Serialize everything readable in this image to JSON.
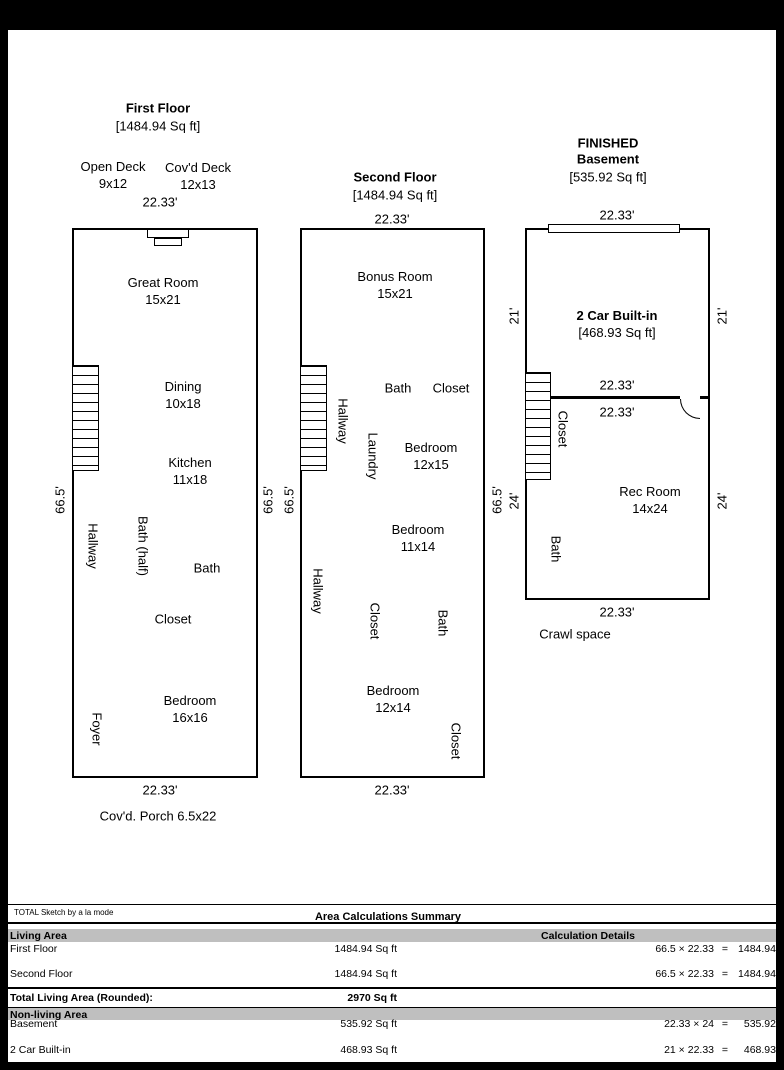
{
  "floors": {
    "first": {
      "title": "First Floor",
      "area": "[1484.94 Sq ft]",
      "decks": [
        {
          "name": "Open Deck",
          "dim": "9x12"
        },
        {
          "name": "Cov'd Deck",
          "dim": "12x13"
        }
      ],
      "dims": {
        "top": "22.33'",
        "left": "66.5'",
        "right": "66.5'",
        "bottom": "22.33'"
      },
      "porch": "Cov'd. Porch 6.5x22",
      "rooms": {
        "great_room": {
          "name": "Great Room",
          "dim": "15x21"
        },
        "dining": {
          "name": "Dining",
          "dim": "10x18"
        },
        "kitchen": {
          "name": "Kitchen",
          "dim": "11x18"
        },
        "hallway": "Hallway",
        "bath_half": "Bath (half)",
        "bath": "Bath",
        "closet": "Closet",
        "bedroom": {
          "name": "Bedroom",
          "dim": "16x16"
        },
        "foyer": "Foyer"
      }
    },
    "second": {
      "title": "Second Floor",
      "area": "[1484.94 Sq ft]",
      "dims": {
        "top": "22.33'",
        "left": "66.5'",
        "right": "66.5'",
        "bottom": "22.33'"
      },
      "rooms": {
        "bonus": {
          "name": "Bonus Room",
          "dim": "15x21"
        },
        "hallway_upper": "Hallway",
        "bath_upper": "Bath",
        "closet_upper": "Closet",
        "laundry": "Laundry",
        "bedroom1": {
          "name": "Bedroom",
          "dim": "12x15"
        },
        "bedroom2": {
          "name": "Bedroom",
          "dim": "11x14"
        },
        "hallway_lower": "Hallway",
        "closet_mid": "Closet",
        "bath_lower": "Bath",
        "bedroom3": {
          "name": "Bedroom",
          "dim": "12x14"
        },
        "closet_lower": "Closet"
      }
    },
    "basement": {
      "title_line1": "FINISHED",
      "title_line2": "Basement",
      "area": "[535.92 Sq ft]",
      "dims": {
        "top": "22.33'",
        "garage_left": "21'",
        "garage_right": "21'",
        "mid_upper": "22.33'",
        "mid_lower": "22.33'",
        "rec_left": "24'",
        "rec_right": "24'",
        "bottom": "22.33'"
      },
      "rooms": {
        "garage": {
          "name": "2 Car Built-in",
          "area": "[468.93 Sq ft]"
        },
        "closet": "Closet",
        "rec": {
          "name": "Rec Room",
          "dim": "14x24"
        },
        "bath": "Bath"
      },
      "crawl": "Crawl space"
    }
  },
  "summary": {
    "brand": "TOTAL Sketch by a la mode",
    "title": "Area Calculations Summary",
    "living_header": "Living Area",
    "calc_header": "Calculation Details",
    "nonliving_header": "Non-living Area",
    "total_label": "Total Living Area (Rounded):",
    "total_value": "2970 Sq ft",
    "living_rows": [
      {
        "label": "First Floor",
        "value": "1484.94 Sq ft",
        "factors": "66.5 × 22.33",
        "eq": "=",
        "result": "1484.94"
      },
      {
        "label": "Second Floor",
        "value": "1484.94 Sq ft",
        "factors": "66.5 × 22.33",
        "eq": "=",
        "result": "1484.94"
      }
    ],
    "nonliving_rows": [
      {
        "label": "Basement",
        "value": "535.92 Sq ft",
        "factors": "22.33 × 24",
        "eq": "=",
        "result": "535.92"
      },
      {
        "label": "2 Car Built-in",
        "value": "468.93 Sq ft",
        "factors": "21 × 22.33",
        "eq": "=",
        "result": "468.93"
      }
    ]
  }
}
